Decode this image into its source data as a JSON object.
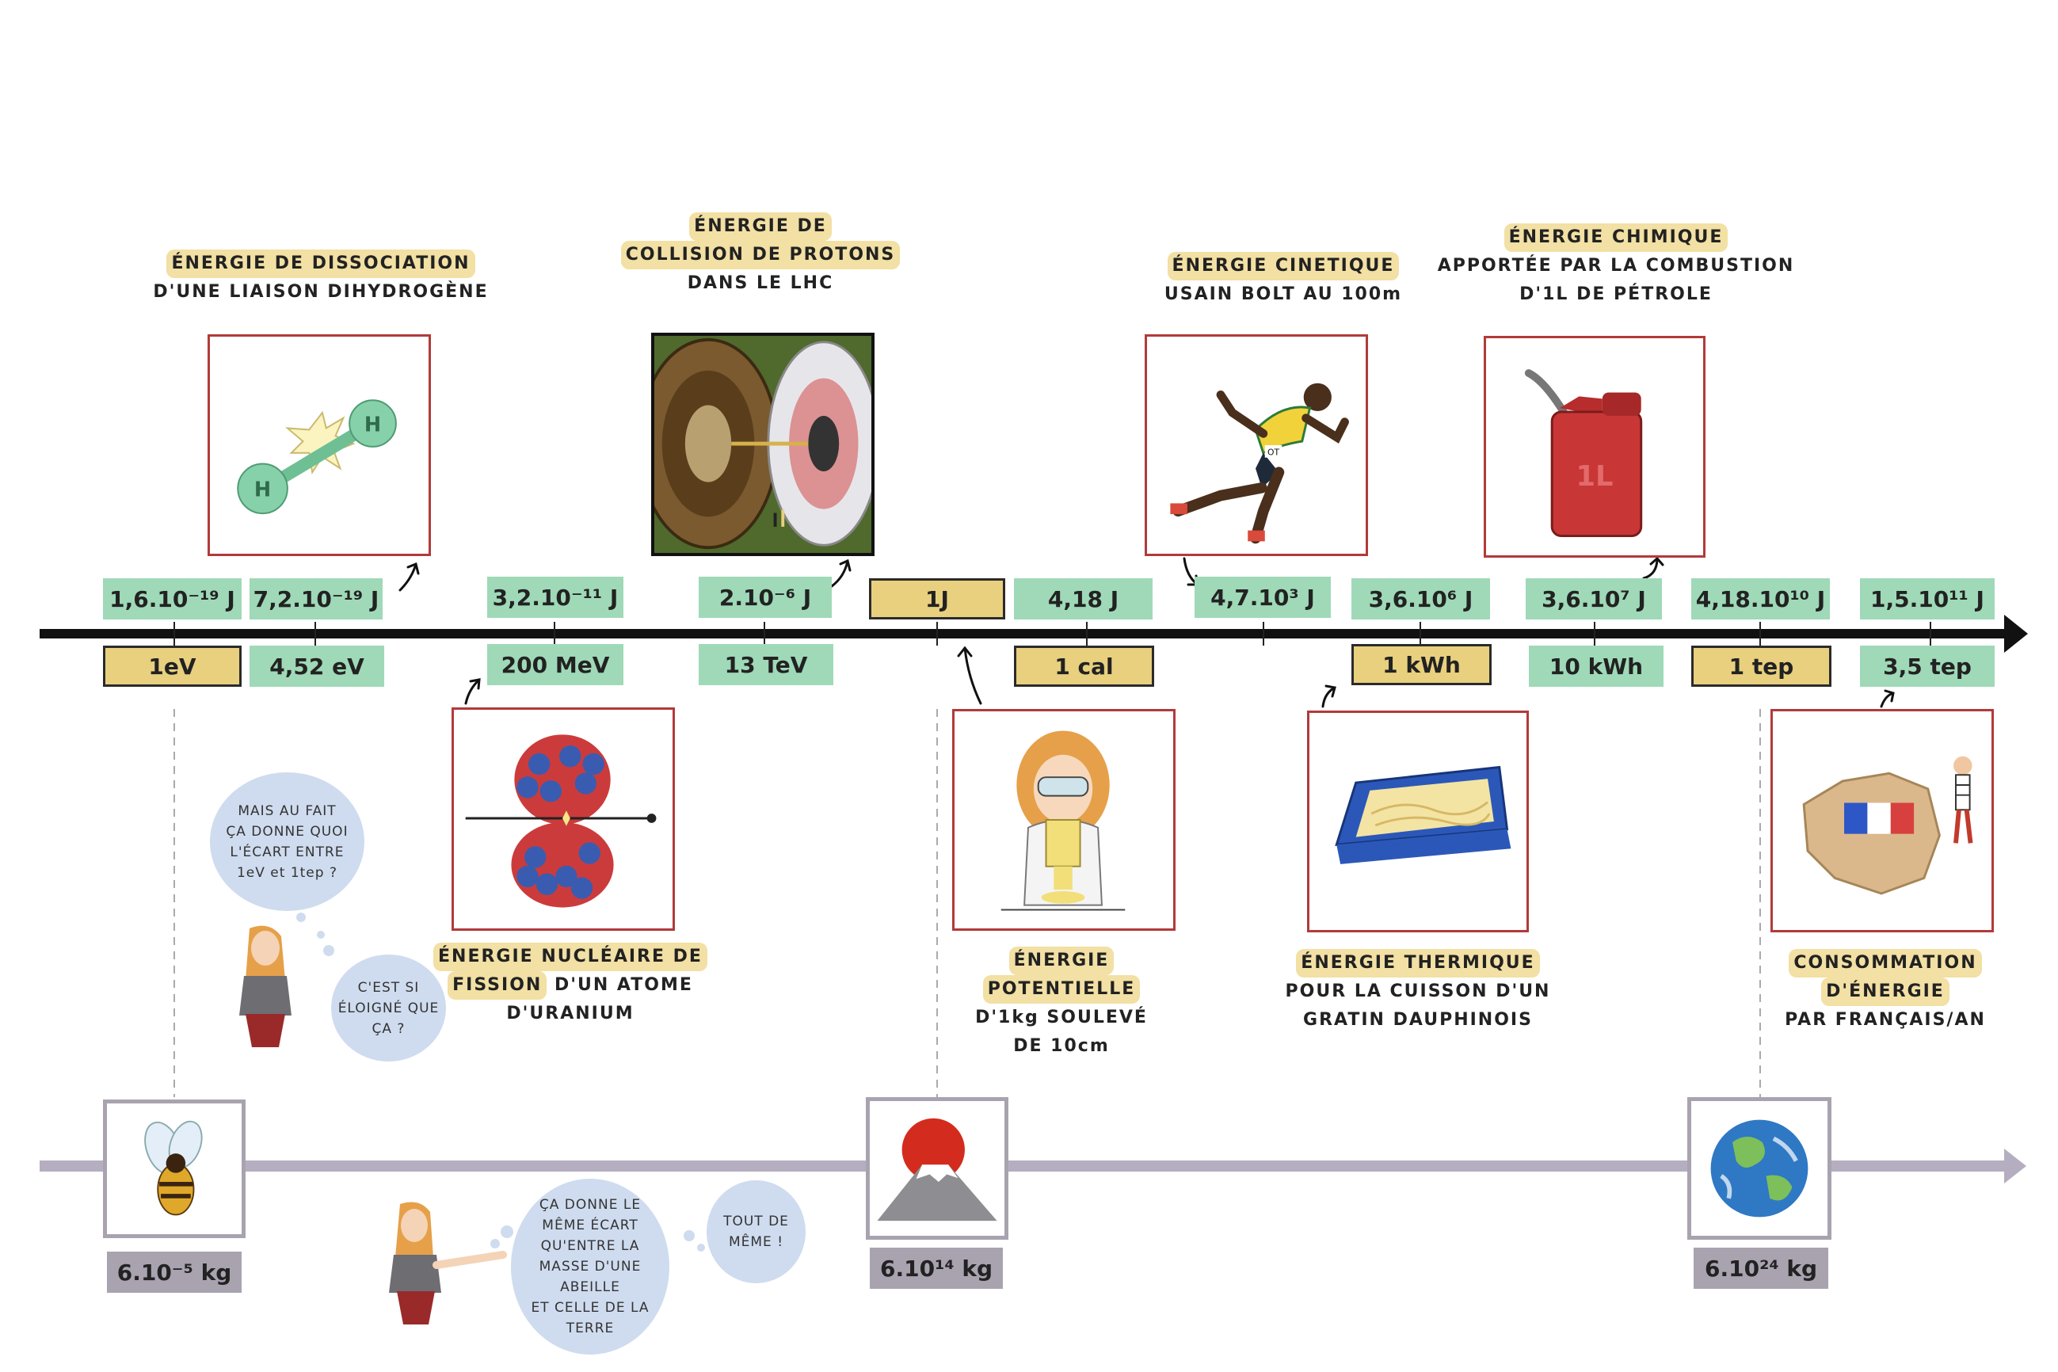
{
  "captions": {
    "dissociation": {
      "highlight": "ÉNERGIE DE DISSOCIATION",
      "sub": "D'UNE LIAISON DIHYDROGÈNE"
    },
    "lhc": {
      "highlight1": "ÉNERGIE DE",
      "line2": "COLLISION DE PROTONS",
      "line3": "DANS LE LHC"
    },
    "cinetique": {
      "highlight": "ÉNERGIE CINETIQUE",
      "sub": "USAIN BOLT AU 100m"
    },
    "chimique": {
      "highlight": "ÉNERGIE CHIMIQUE",
      "sub1": "APPORTÉE PAR LA COMBUSTION",
      "sub2": "D'1L DE PÉTROLE"
    },
    "nucleaire": {
      "highlight1": "ÉNERGIE NUCLÉAIRE DE",
      "highlight2": "FISSION",
      "rest2": " D'UN ATOME",
      "line3": "D'URANIUM"
    },
    "potentielle": {
      "highlight1": "ÉNERGIE",
      "highlight2": "POTENTIELLE",
      "line3": "D'1kg SOULEVÉ",
      "line4": "DE 10cm"
    },
    "thermique": {
      "highlight": "ÉNERGIE THERMIQUE",
      "sub1": "POUR LA CUISSON D'UN",
      "sub2": "GRATIN DAUPHINOIS"
    },
    "consommation": {
      "highlight1": "CONSOMMATION",
      "highlight2": "D'ÉNERGIE",
      "sub": "PAR FRANÇAIS/AN"
    }
  },
  "top_labels": [
    "1,6.10⁻¹⁹ J",
    "7,2.10⁻¹⁹ J",
    "3,2.10⁻¹¹ J",
    "2.10⁻⁶ J",
    "1J",
    "4,18 J",
    "4,7.10³ J",
    "3,6.10⁶ J",
    "3,6.10⁷ J",
    "4,18.10¹⁰ J",
    "1,5.10¹¹ J"
  ],
  "bottom_labels": [
    "1eV",
    "4,52 eV",
    "200 MeV",
    "13 TeV",
    "1 cal",
    "1 kWh",
    "10 kWh",
    "1 tep",
    "3,5 tep"
  ],
  "mass_labels": [
    "6.10⁻⁵ kg",
    "6.10¹⁴ kg",
    "6.10²⁴ kg"
  ],
  "bubbles": {
    "q1": [
      "MAIS AU FAIT",
      "ÇA DONNE QUOI",
      "L'ÉCART ENTRE",
      "1eV et 1tep ?"
    ],
    "q2": [
      "C'EST SI",
      "ÉLOIGNÉ QUE",
      "ÇA ?"
    ],
    "a1": [
      "ÇA DONNE LE",
      "MÊME ÉCART",
      "QU'ENTRE LA",
      "MASSE D'UNE",
      "ABEILLE",
      "ET CELLE DE LA",
      "TERRE"
    ],
    "a2": [
      "TOUT DE",
      "MÊME !"
    ]
  },
  "icons": {
    "molecule_letter": "H",
    "jerrycan_label": "1L",
    "runner_bib": "OT",
    "names": [
      "hydrogen-molecule-icon",
      "lhc-detector-icon",
      "sprinter-icon",
      "jerrycan-icon",
      "uranium-fission-icon",
      "scientist-lifting-icon",
      "gratin-dish-icon",
      "france-map-icon",
      "bee-icon",
      "mountain-fuji-icon",
      "earth-icon",
      "woman-character-icon"
    ]
  },
  "colors": {
    "label_green": "#9fd9b8",
    "label_yellow": "#e8d07e",
    "label_mauve": "#a9a3b0",
    "frame_red": "#b23a3a",
    "highlight": "#f2e0a4",
    "bubble": "#cfdcef"
  }
}
